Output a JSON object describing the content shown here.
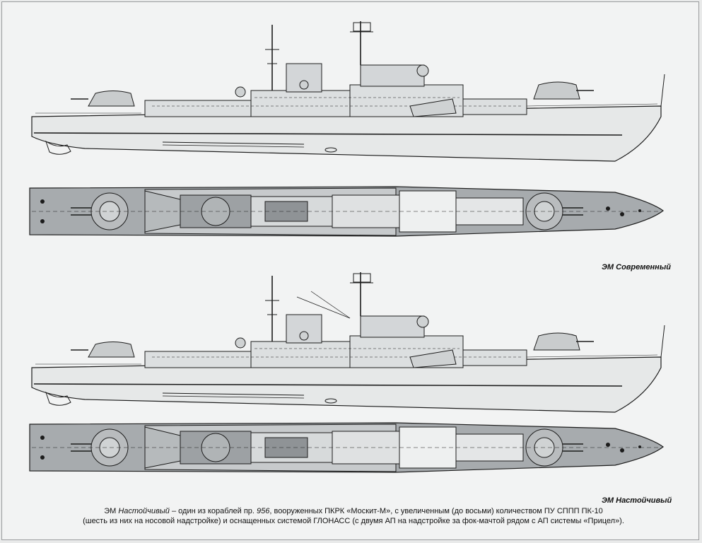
{
  "labels": {
    "ship1": "ЭМ Современный",
    "ship2": "ЭМ Настойчивый"
  },
  "caption": {
    "prefix": "ЭМ ",
    "ship_name": "Настойчивый",
    "part1": " – один из кораблей пр. ",
    "project": "956",
    "part2": ", вооруженных ПКРК «Москит-М», с увеличенным (до восьми) количеством ПУ СППП ПК-10",
    "line2": "(шесть из них на носовой надстройке) и оснащенных системой ГЛОНАСС (с двумя АП на надстройке за фок-мачтой рядом с АП системы «Прицел»)."
  },
  "colors": {
    "hull_side": "#e6e8e8",
    "deck_fill": "#a7abae",
    "deck_light": "#c7cacc",
    "line": "#1c1c1c",
    "background": "#f2f3f3"
  }
}
